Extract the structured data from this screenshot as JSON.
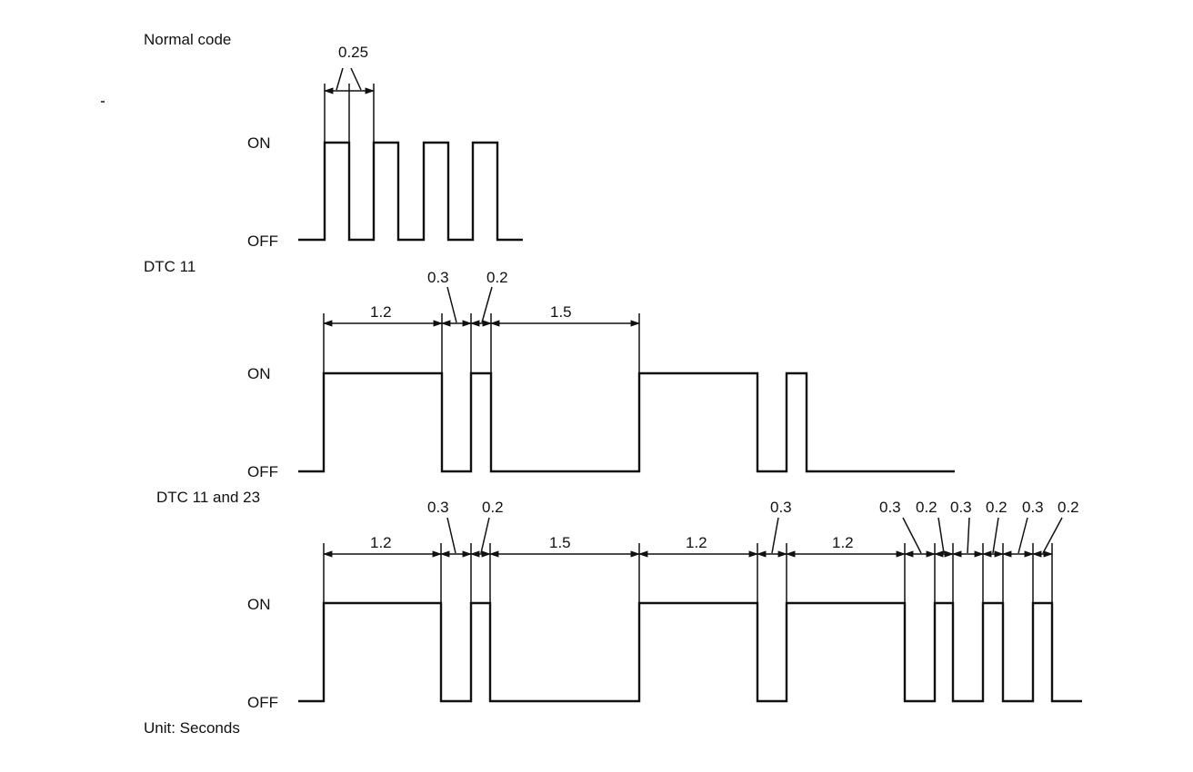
{
  "sections": [
    {
      "title": "Normal code",
      "on_label": "ON",
      "off_label": "OFF",
      "dims": [
        "0.25"
      ]
    },
    {
      "title": "DTC 11",
      "on_label": "ON",
      "off_label": "OFF",
      "dims": [
        "1.2",
        "0.3",
        "0.2",
        "1.5"
      ]
    },
    {
      "title": "DTC 11 and 23",
      "on_label": "ON",
      "off_label": "OFF",
      "dims": [
        "1.2",
        "0.3",
        "0.2",
        "1.5",
        "1.2",
        "0.3",
        "1.2",
        "0.3",
        "0.2",
        "0.3",
        "0.2",
        "0.3",
        "0.2"
      ]
    }
  ],
  "footer": "Unit: Seconds"
}
